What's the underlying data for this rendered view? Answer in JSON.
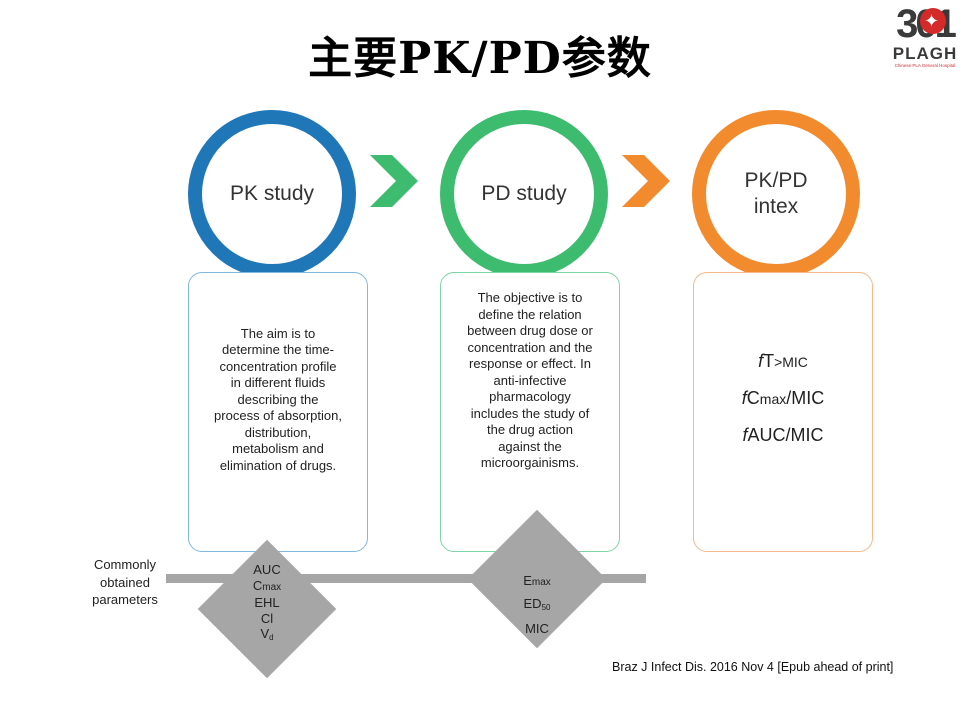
{
  "title": "主要PK/PD参数",
  "logo": {
    "number": "301",
    "abbr": "PLAGH",
    "subtitle": "Chinese PLA General Hospital"
  },
  "stages": [
    {
      "label": "PK study",
      "color": "#1f77b8"
    },
    {
      "label": "PD study",
      "color": "#3dbb6e"
    },
    {
      "label_line1": "PK/PD",
      "label_line2": "intex",
      "color": "#f28a2e"
    }
  ],
  "arrows": [
    {
      "color": "#3dbb6e"
    },
    {
      "color": "#f28a2e"
    }
  ],
  "pk_box": {
    "lines": [
      "The aim is to",
      "determine the time-",
      "concentration profile",
      "in different fluids",
      "describing the",
      "process of absorption,",
      "distribution,",
      "metabolism and",
      "elimination of drugs."
    ]
  },
  "pd_box": {
    "lines": [
      "The objective is to",
      "define the relation",
      "between drug dose or",
      "concentration and the",
      "response or effect. In",
      "anti-infective",
      "pharmacology",
      "includes the study of",
      "the drug action",
      "against the",
      "microorgainisms."
    ]
  },
  "pkpd_indices": [
    {
      "prefix": "f",
      "main": "T",
      "suffix": ">MIC"
    },
    {
      "prefix": "f",
      "main": "C",
      "suffix": "max",
      "tail": "/MIC"
    },
    {
      "prefix": "f",
      "main": "AUC/MIC",
      "suffix": "",
      "tail": ""
    }
  ],
  "commonly_label": [
    "Commonly",
    "obtained",
    "parameters"
  ],
  "pk_params": {
    "auc": "AUC",
    "cmax_c": "C",
    "cmax_sub": "max",
    "ehl": "EHL",
    "cl": "Cl",
    "vd_v": "V",
    "vd_sub": "d"
  },
  "pd_params": {
    "emax_e": "E",
    "emax_sub": "max",
    "ed50_ed": "ED",
    "ed50_sub": "50",
    "mic": "MIC"
  },
  "citation": "Braz J Infect Dis. 2016 Nov 4 [Epub ahead of print]",
  "colors": {
    "bar": "#a6a6a6",
    "pk_border": "#7fb8e0",
    "pd_border": "#7fd3a4",
    "pkpd_border": "#f6b98b"
  }
}
